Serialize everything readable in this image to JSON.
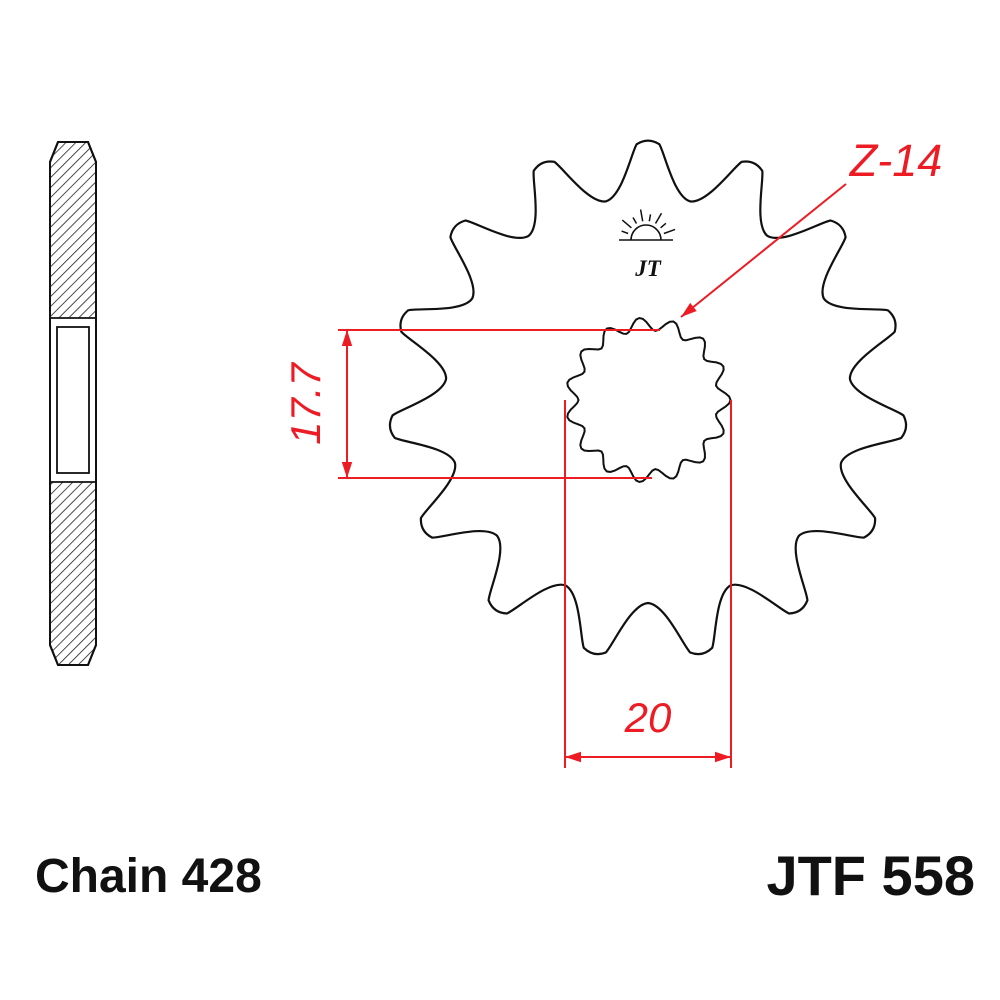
{
  "figure": {
    "logo_text": "JT",
    "teeth_drawn": 15,
    "spline_lobes": 15
  },
  "annotations": {
    "inner_diameter": {
      "label": "17.7"
    },
    "bore_width": {
      "label": "20"
    },
    "teeth": {
      "label": "Z-14"
    }
  },
  "footer": {
    "chain_label": "Chain 428",
    "part_number": "JTF 558"
  },
  "colors": {
    "annotation_red": "#ed1c24",
    "line_black": "#111111",
    "background": "#ffffff"
  }
}
